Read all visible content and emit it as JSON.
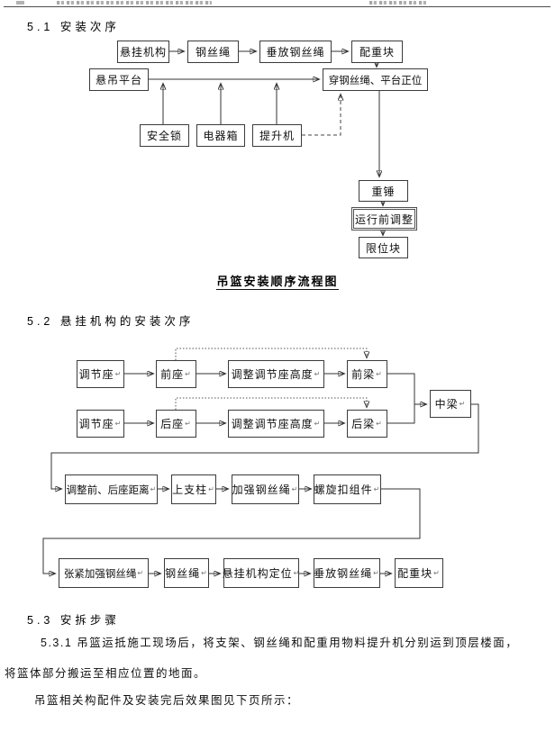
{
  "sections": {
    "s51_title": "5.1 安装次序",
    "chart1_caption": "吊篮安装顺序流程图",
    "s52_title": "5.2 悬挂机构的安装次序",
    "s53_title": "5.3 安拆步骤",
    "s531_line1": "5.3.1 吊篮运抵施工现场后，将支架、钢丝绳和配重用物料提升机分别运到顶层楼面，",
    "s531_line2": "将篮体部分搬运至相应位置的地面。",
    "closing_line": "吊篮相关构配件及安装完后效果图见下页所示："
  },
  "flowchart1": {
    "boxes": {
      "hanging_mechanism": "悬挂机构",
      "wire_rope": "钢丝绳",
      "lower_wire_rope": "垂放钢丝绳",
      "counterweight": "配重块",
      "suspended_platform": "悬吊平台",
      "thread_rope_platform_position": "穿钢丝绳、平台正位",
      "safety_lock": "安全锁",
      "electric_box": "电器箱",
      "hoist": "提升机",
      "heavy_hammer": "重锤",
      "pre_run_adjustment": "运行前调整",
      "limit_block": "限位块"
    }
  },
  "flowchart2": {
    "boxes": {
      "adjuster_seat_front": "调节座",
      "front_seat": "前座",
      "adjust_seat_height_front": "调整调节座高度",
      "front_beam": "前梁",
      "adjuster_seat_rear": "调节座",
      "rear_seat": "后座",
      "adjust_seat_height_rear": "调整调节座高度",
      "rear_beam": "后梁",
      "middle_beam": "中梁",
      "adjust_front_rear_distance": "调整前、后座距离",
      "upper_pillar": "上支柱",
      "reinforce_wire_rope": "加强钢丝绳",
      "turnbuckle_assembly": "螺旋扣组件",
      "tension_reinforced_rope": "张紧加强钢丝绳",
      "wire_rope": "钢丝绳",
      "hanging_mechanism_positioning": "悬挂机构定位",
      "lower_wire_rope": "垂放钢丝绳",
      "counterweight": "配重块"
    }
  },
  "marks": {
    "pilcrow": "↵"
  },
  "colors": {
    "rule": "#4d4d4d",
    "box_border": "#3b3b3b",
    "text": "#141414"
  }
}
